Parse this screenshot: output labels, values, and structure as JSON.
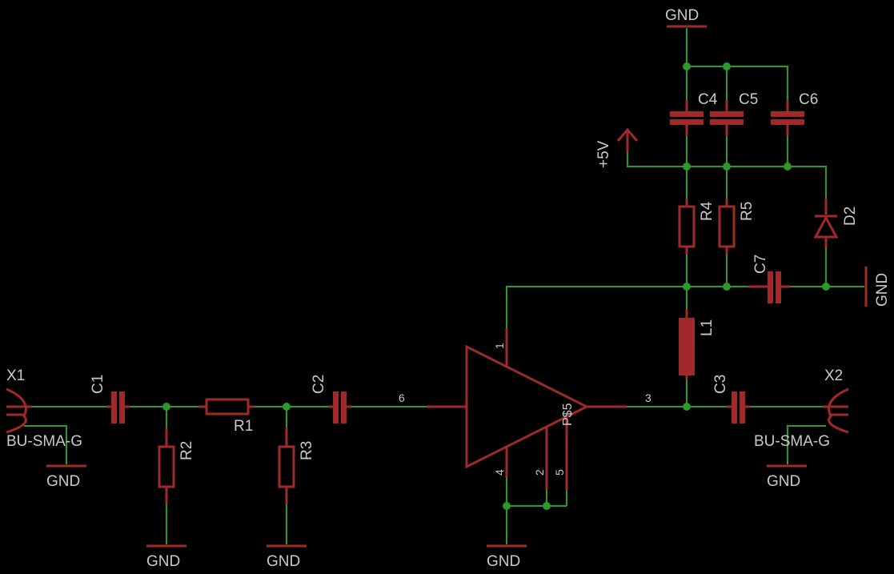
{
  "components": {
    "x1": {
      "name": "X1",
      "value": "BU-SMA-G"
    },
    "x2": {
      "name": "X2",
      "value": "BU-SMA-G"
    },
    "c1": "C1",
    "c2": "C2",
    "c3": "C3",
    "c4": "C4",
    "c5": "C5",
    "c6": "C6",
    "c7": "C7",
    "r1": "R1",
    "r2": "R2",
    "r3": "R3",
    "r4": "R4",
    "r5": "R5",
    "l1": "L1",
    "d2": "D2",
    "amp": {
      "name": "P$5",
      "pin_in": "6",
      "pin_out": "3",
      "pin_supply": "1",
      "pin_gnd": "4",
      "pin_2": "2",
      "pin_5": "5"
    }
  },
  "nets": {
    "gnd": "GND",
    "vcc": "+5V"
  }
}
